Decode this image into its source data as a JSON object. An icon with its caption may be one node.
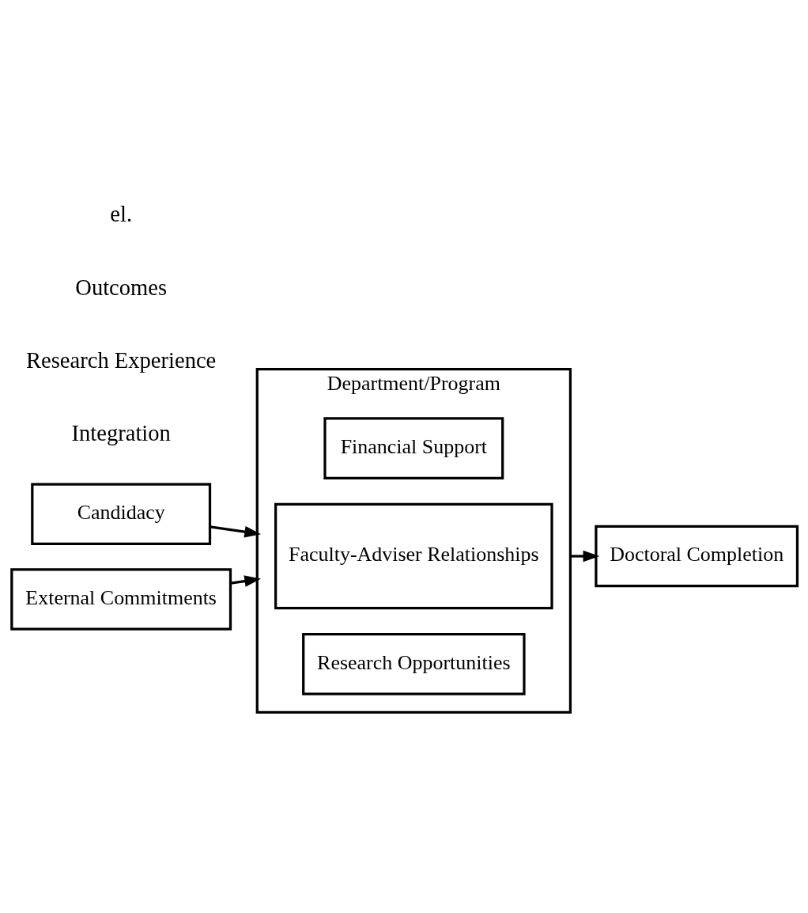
{
  "diagram": {
    "nodes": [
      {
        "text": [
          "Candidacy"
        ]
      },
      {
        "text": [
          "Department/Program"
        ]
      },
      {
        "text": [
          "Research Opportunities"
        ],
        "in": 1
      },
      {
        "text": [
          "Faculty-Adviser Relationships"
        ],
        "in": 1
      },
      {
        "text": [
          "Financial Support"
        ],
        "in": 1
      },
      {
        "text": [
          "Doctoral Completion"
        ]
      },
      {
        "text": [
          "External Commitments"
        ]
      }
    ],
    "edges": [
      {
        "from": 0,
        "to": 1,
        "arrow": "to"
      },
      {
        "from": 1,
        "to": 5,
        "arrow": "to"
      },
      {
        "from": 6,
        "to": 1,
        "arrow": "to"
      }
    ],
    "labels": [
      "Integration",
      "Research Experience",
      "Outcomes",
      "el."
    ]
  }
}
